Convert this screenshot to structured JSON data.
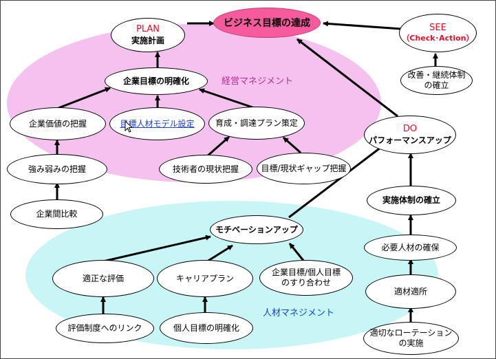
{
  "colors": {
    "management_region": "#f5c2ef",
    "hr_region": "#c8f6f6",
    "goal_fill": "#f85a9e",
    "accent_red": "#e0102a",
    "link_blue": "#1a3fd0"
  },
  "regions": {
    "management_label": "経営マネジメント",
    "hr_label": "人材マネジメント"
  },
  "goal": {
    "label": "ビジネス目標の達成"
  },
  "plan": {
    "title": "PLAN",
    "subtitle": "実施計画"
  },
  "see": {
    "title": "SEE",
    "subtitle": "（Check･Action）"
  },
  "do": {
    "title": "DO",
    "subtitle": "パフォーマンスアップ"
  },
  "nodes": {
    "corporate_goal": "企業目標の明確化",
    "corporate_value": "企業価値の把握",
    "target_model": "目標人材モデル設定",
    "training_plan": "育成・調達プラン策定",
    "strengths": "強み弱みの把握",
    "tech_status": "技術者の現状把握",
    "gap": "目標/現状ギャップ把握",
    "compare": "企業間比較",
    "improve_line1": "改善・継続体制",
    "improve_line2": "の確立",
    "structure": "実施体制の確立",
    "talent": "必要人材の確保",
    "placement": "適材適所",
    "rotation_line1": "適切なローテーション",
    "rotation_line2": "の実施",
    "motivation": "モチベーションアップ",
    "evaluation": "適正な評価",
    "career": "キャリアプラン",
    "alignment_line1": "企業目標/個人目標",
    "alignment_line2": "のすり合わせ",
    "eval_link": "評価制度へのリンク",
    "personal_goal": "個人目標の明確化"
  }
}
